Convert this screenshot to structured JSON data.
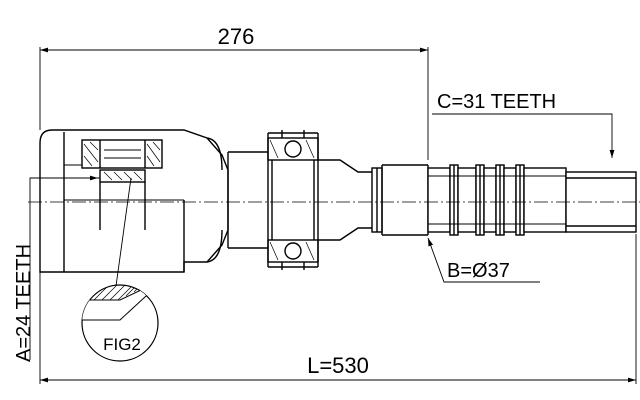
{
  "dimensions": {
    "top_length": "276",
    "total_length": "L=530"
  },
  "callouts": {
    "outer_spline": "C=31 TEETH",
    "diameter": "B=Ø37",
    "inner_spline": "A=24 TEETH",
    "detail": "FIG2"
  }
}
